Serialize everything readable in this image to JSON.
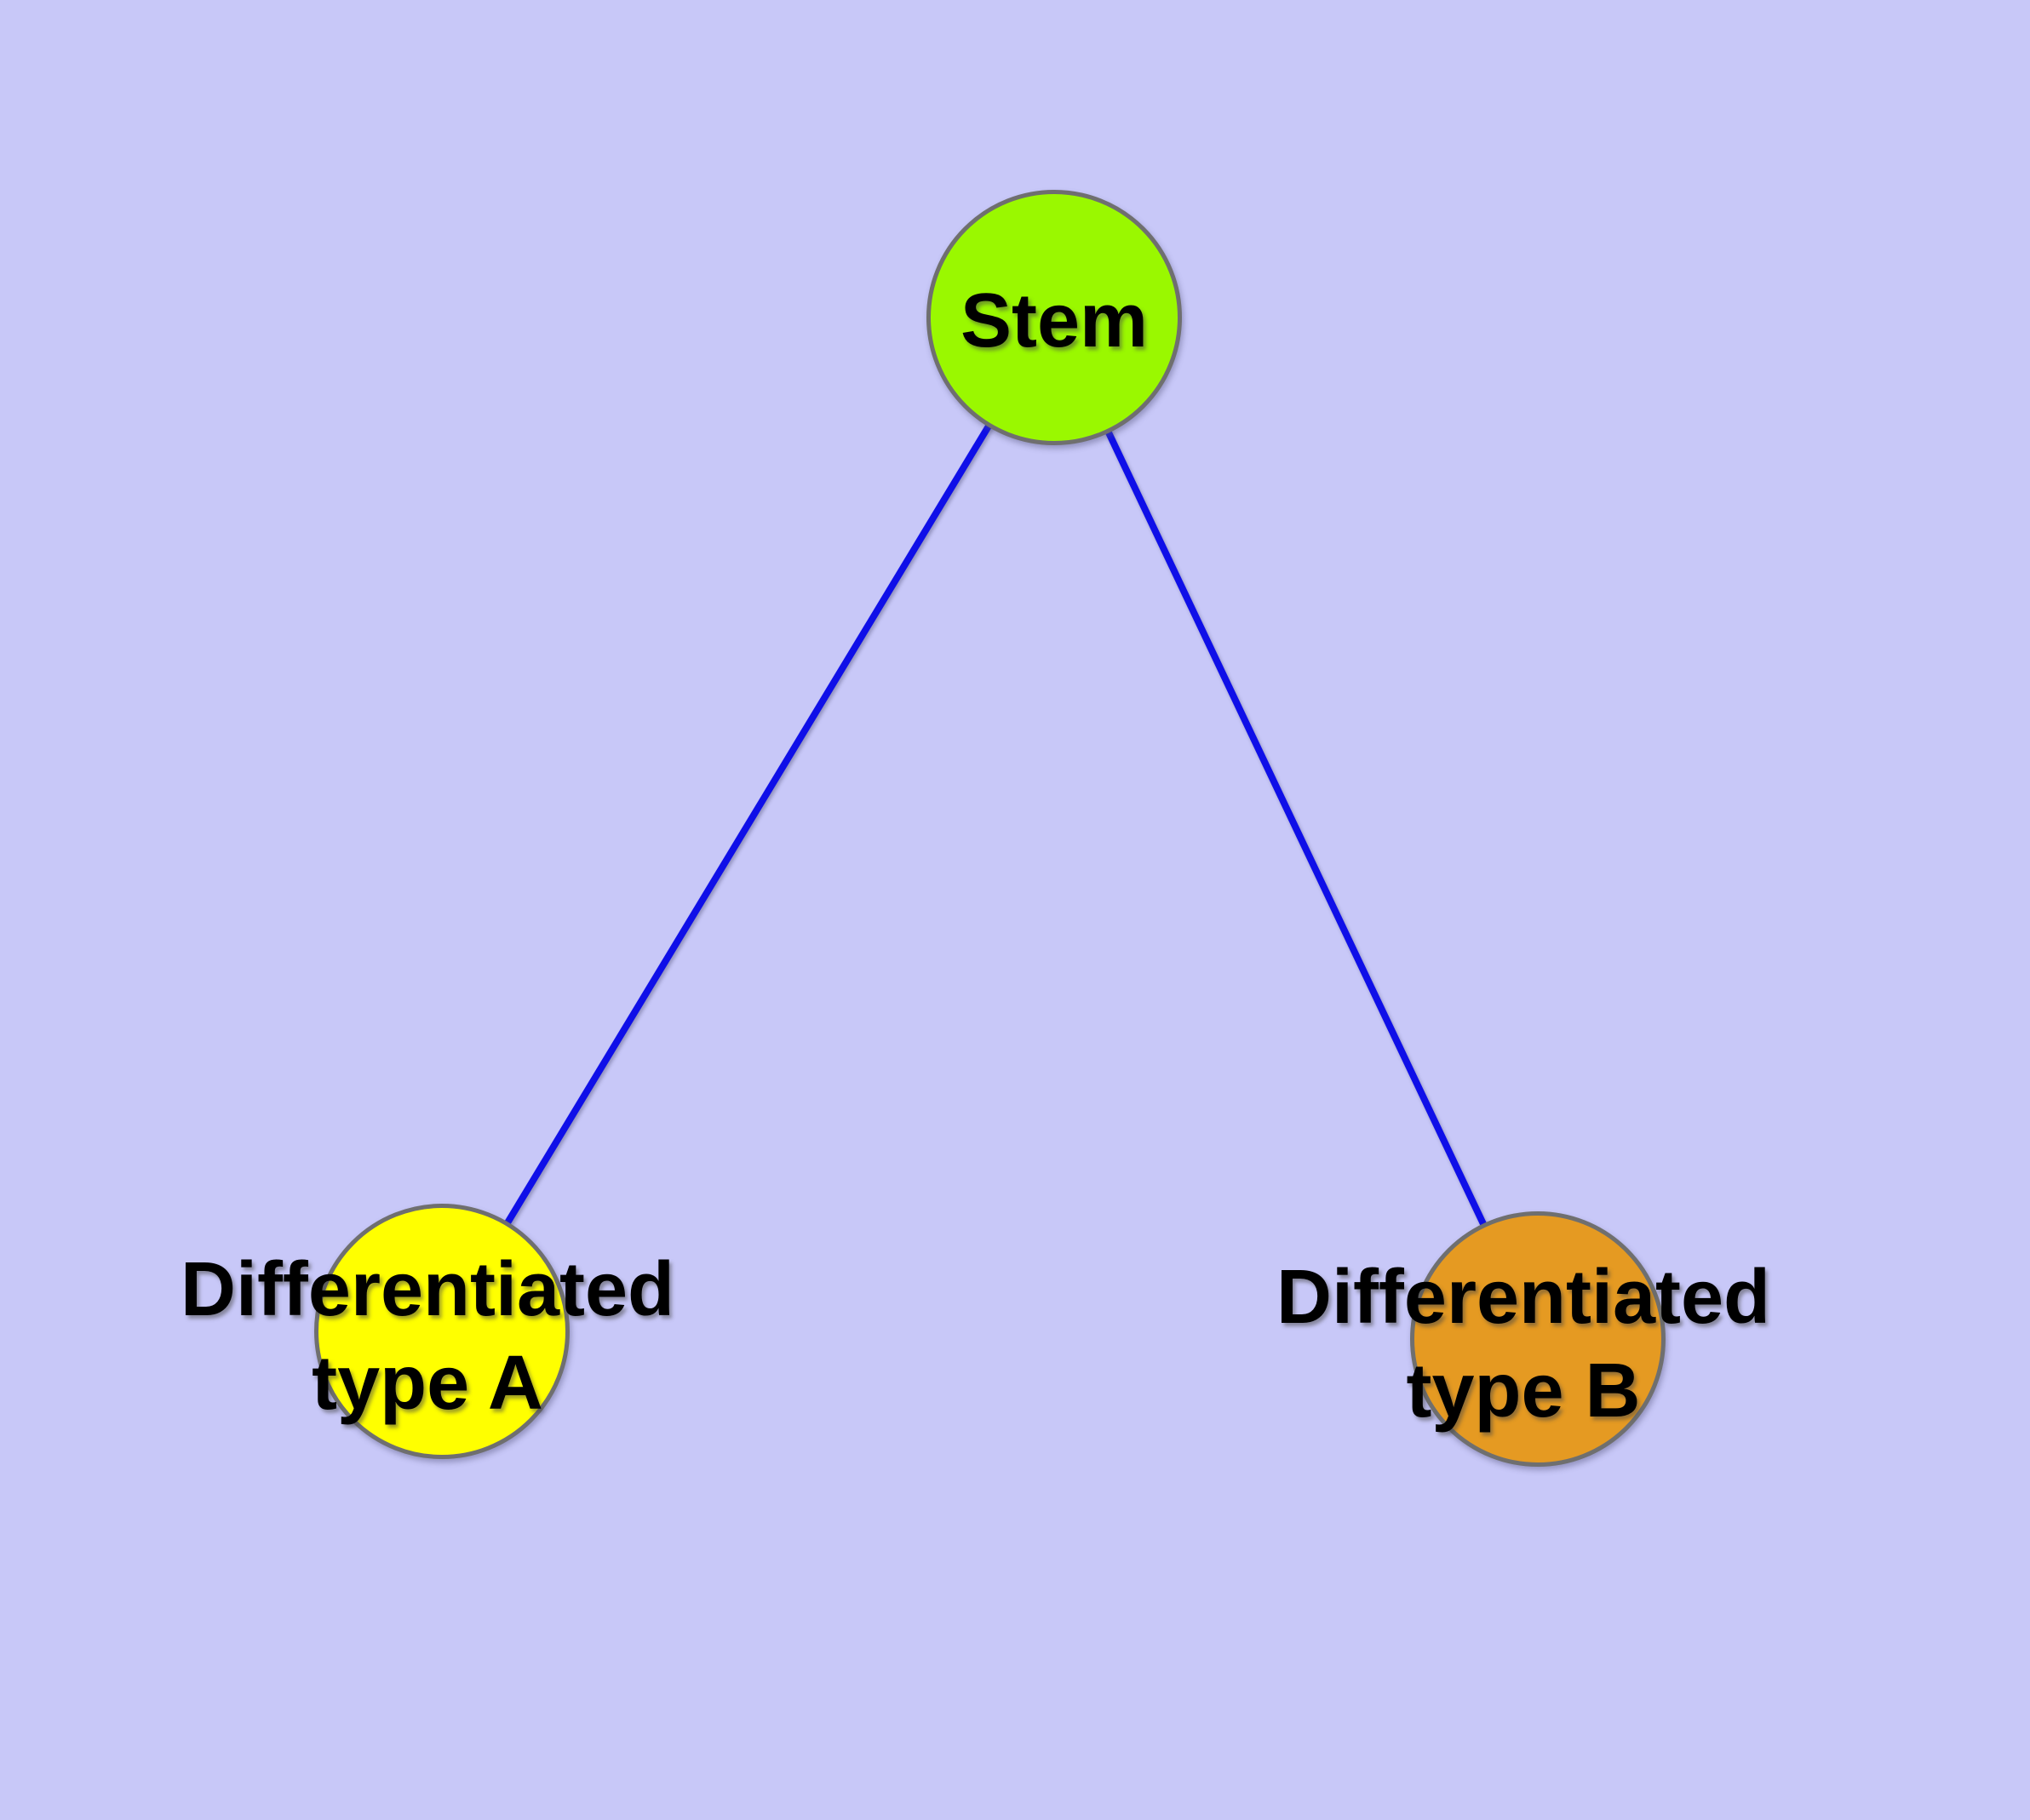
{
  "diagram": {
    "description": "Stem cell differentiation graph",
    "nodes": {
      "stem": {
        "label": "Stem",
        "fill": "#9AF800"
      },
      "type_a": {
        "label_line1": "Differentiated",
        "label_line2": "type A",
        "fill": "#FFFF00"
      },
      "type_b": {
        "label_line1": "Differentiated",
        "label_line2": "type B",
        "fill": "#E59A22"
      }
    },
    "edges": [
      {
        "from": "stem",
        "to": "type_a"
      },
      {
        "from": "stem",
        "to": "type_b"
      }
    ],
    "colors": {
      "background": "#C8C8F8",
      "edge": "#0F0FE8",
      "node_border": "#6F6F6F",
      "label_text": "#000000"
    }
  }
}
